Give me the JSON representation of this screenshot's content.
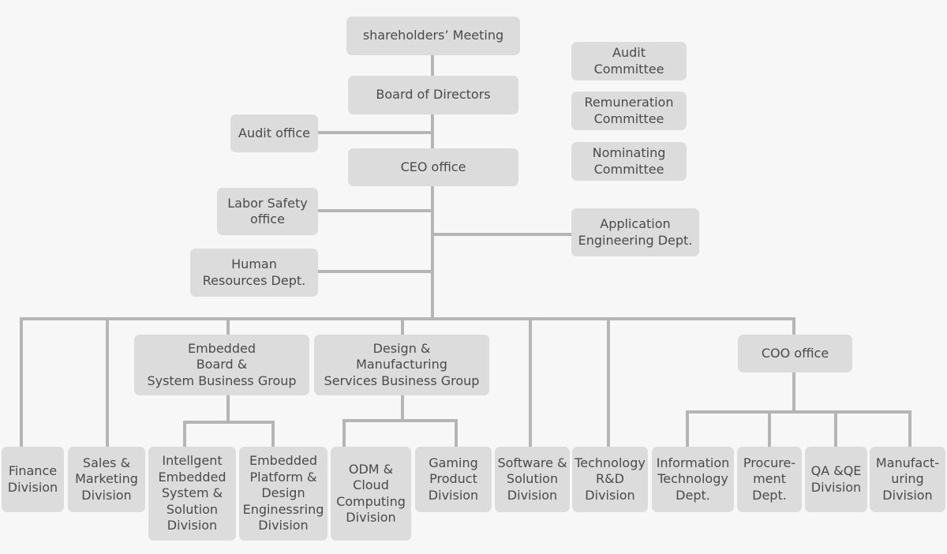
{
  "colors": {
    "background": "#f7f7f7",
    "box": "#dcdcdc",
    "line": "#b5b5b5",
    "text": "#4a4a4a"
  },
  "nodes": {
    "shareholders": "shareholders’ Meeting",
    "board": "Board of Directors",
    "audit_committee": "Audit\nCommittee",
    "remuneration_committee": "Remuneration\nCommittee",
    "nominating_committee": "Nominating\nCommittee",
    "audit_office": "Audit office",
    "ceo_office": "CEO office",
    "labor_safety_office": "Labor Safety\noffice",
    "application_engineering": "Application\nEngineering Dept.",
    "human_resources": "Human\nResources Dept.",
    "embedded_board_group": "Embedded\nBoard &\nSystem Business Group",
    "dms_group": "Design &\nManufacturing\nServices Business Group",
    "coo_office": "COO office",
    "finance": "Finance\nDivision",
    "sales_marketing": "Sales &\nMarketing\nDivision",
    "intelligent_embedded": "Intellgent\nEmbedded\nSystem &\nSolution\nDivision",
    "embedded_platform": "Embedded\nPlatform &\nDesign\nEnginessring\nDivision",
    "odm_cloud": "ODM &\nCloud\nComputing\nDivision",
    "gaming_product": "Gaming\nProduct\nDivision",
    "software_solution": "Software &\nSolution\nDivision",
    "technology_rd": "Technology\nR&D\nDivision",
    "information_technology": "Information\nTechnology\nDept.",
    "procurement": "Procure-\nment\nDept.",
    "qa_qe": "QA &QE\nDivision",
    "manufacturing": "Manufact-\nuring\nDivision"
  }
}
